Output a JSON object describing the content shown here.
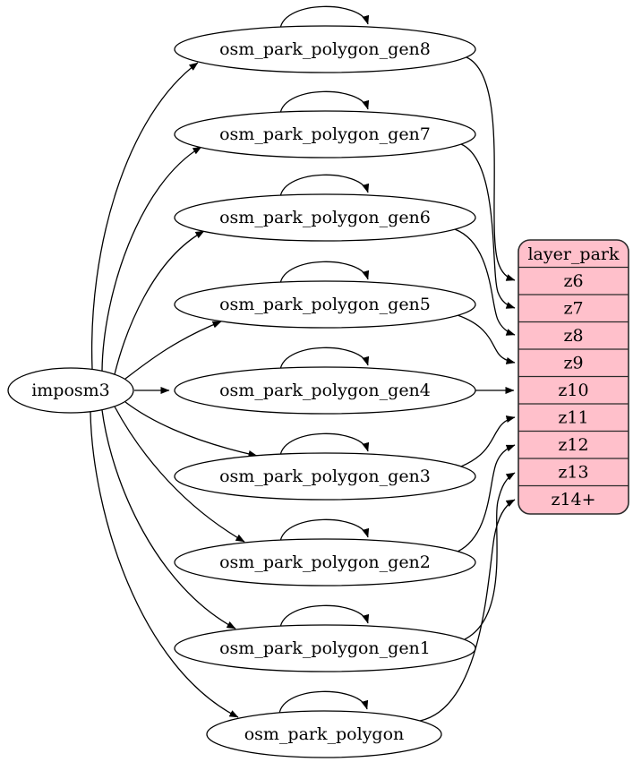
{
  "diagram": {
    "source_node": {
      "label": "imposm3"
    },
    "table_nodes": [
      {
        "label": "osm_park_polygon_gen8"
      },
      {
        "label": "osm_park_polygon_gen7"
      },
      {
        "label": "osm_park_polygon_gen6"
      },
      {
        "label": "osm_park_polygon_gen5"
      },
      {
        "label": "osm_park_polygon_gen4"
      },
      {
        "label": "osm_park_polygon_gen3"
      },
      {
        "label": "osm_park_polygon_gen2"
      },
      {
        "label": "osm_park_polygon_gen1"
      },
      {
        "label": "osm_park_polygon"
      }
    ],
    "layer_node": {
      "title": "layer_park",
      "rows": [
        "z6",
        "z7",
        "z8",
        "z9",
        "z10",
        "z11",
        "z12",
        "z13",
        "z14+"
      ]
    },
    "edges": [
      {
        "from": "imposm3",
        "to": "osm_park_polygon_gen8"
      },
      {
        "from": "imposm3",
        "to": "osm_park_polygon_gen7"
      },
      {
        "from": "imposm3",
        "to": "osm_park_polygon_gen6"
      },
      {
        "from": "imposm3",
        "to": "osm_park_polygon_gen5"
      },
      {
        "from": "imposm3",
        "to": "osm_park_polygon_gen4"
      },
      {
        "from": "imposm3",
        "to": "osm_park_polygon_gen3"
      },
      {
        "from": "imposm3",
        "to": "osm_park_polygon_gen2"
      },
      {
        "from": "imposm3",
        "to": "osm_park_polygon_gen1"
      },
      {
        "from": "imposm3",
        "to": "osm_park_polygon"
      },
      {
        "from": "osm_park_polygon_gen8",
        "to": "osm_park_polygon_gen8"
      },
      {
        "from": "osm_park_polygon_gen7",
        "to": "osm_park_polygon_gen7"
      },
      {
        "from": "osm_park_polygon_gen6",
        "to": "osm_park_polygon_gen6"
      },
      {
        "from": "osm_park_polygon_gen5",
        "to": "osm_park_polygon_gen5"
      },
      {
        "from": "osm_park_polygon_gen4",
        "to": "osm_park_polygon_gen4"
      },
      {
        "from": "osm_park_polygon_gen3",
        "to": "osm_park_polygon_gen3"
      },
      {
        "from": "osm_park_polygon_gen2",
        "to": "osm_park_polygon_gen2"
      },
      {
        "from": "osm_park_polygon_gen1",
        "to": "osm_park_polygon_gen1"
      },
      {
        "from": "osm_park_polygon",
        "to": "osm_park_polygon"
      },
      {
        "from": "osm_park_polygon_gen8",
        "to": "layer_park.z6"
      },
      {
        "from": "osm_park_polygon_gen7",
        "to": "layer_park.z7"
      },
      {
        "from": "osm_park_polygon_gen6",
        "to": "layer_park.z8"
      },
      {
        "from": "osm_park_polygon_gen5",
        "to": "layer_park.z9"
      },
      {
        "from": "osm_park_polygon_gen4",
        "to": "layer_park.z10"
      },
      {
        "from": "osm_park_polygon_gen3",
        "to": "layer_park.z11"
      },
      {
        "from": "osm_park_polygon_gen2",
        "to": "layer_park.z12"
      },
      {
        "from": "osm_park_polygon_gen1",
        "to": "layer_park.z13"
      },
      {
        "from": "osm_park_polygon",
        "to": "layer_park.z14+"
      }
    ],
    "colors": {
      "layer_fill": "#ffc0cb",
      "node_fill": "#ffffff",
      "stroke": "#000000",
      "background": "#ffffff"
    }
  }
}
